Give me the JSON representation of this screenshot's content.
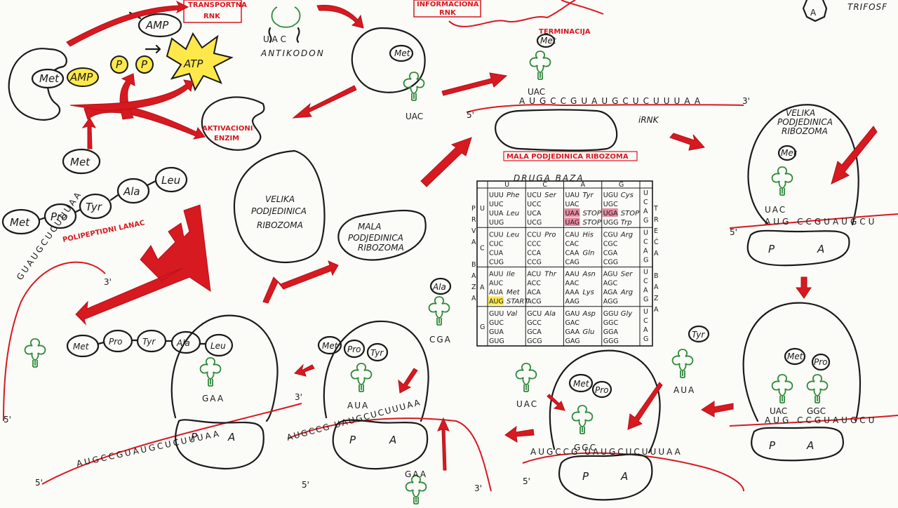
{
  "labels": {
    "transportna_rnk_top": "TRANSPORTNA",
    "transportna_rnk_bottom": "RNK",
    "informaciona_top": "INFORMACIONA",
    "informaciona_bottom": "RNK",
    "antikodon": "ANTIKODON",
    "amp_bubble": "AMP",
    "atp_star": "ATP",
    "p1": "P",
    "p2": "P",
    "aktivacioni_top": "AKTIVACIONI",
    "aktivacioni_bottom": "ENZIM",
    "terminacija": "TERMINACIJA",
    "irnk": "iRNK",
    "mala_podjedinica_ribozoma_label": "MALA PODJEDINICA RIBOZOMA",
    "velika_big_1": "VELIKA",
    "velika_big_2": "PODJEDINICA",
    "velika_big_3": "RIBOZOMA",
    "mala_small_1": "MALA",
    "mala_small_2": "PODJEDINICA",
    "mala_small_3": "RIBOZOMA",
    "polipeptidni_lanac": "POLIPEPTIDNI LANAC",
    "velika_right_1": "VELIKA",
    "velika_right_2": "PODJEDINICA",
    "velika_right_3": "RIBOZOMA",
    "trifosfat": "TRIFOSF",
    "five_prime": "5'",
    "three_prime": "3'",
    "p_site": "P",
    "a_site": "A"
  },
  "amino_acids": {
    "met": "Met",
    "pro": "Pro",
    "tyr": "Tyr",
    "ala": "Ala",
    "leu": "Leu",
    "amp": "AMP"
  },
  "codons": {
    "uac": "U A C",
    "uac2": "UAC",
    "gaa": "GAA",
    "cga": "CGA",
    "aua": "AUA",
    "ggc": "GGC",
    "mrna_top": "AUGCCGUAUGCUCUUUAA",
    "mrna_right": "AUG CCGUAUGCU",
    "mrna_bottom_left": "AUGCCGUAUGCUCUUUAA",
    "mrna_bottom_mid": "AUGCCG UAUGCUCUUUAA",
    "mrna_bottom_center": "AUGCCG UAUGCUCUUUAA",
    "mrna_left": "GUAUGCUCUUUAA"
  },
  "table": {
    "title": "DRUGA BAZA",
    "left_title": "PRVA BAZA",
    "right_title": "TREĆA BAZA",
    "second_bases": [
      "U",
      "C",
      "A",
      "G"
    ],
    "first_bases": [
      "U",
      "C",
      "A",
      "G"
    ],
    "third_bases": [
      "U",
      "C",
      "A",
      "G"
    ],
    "blocks": [
      [
        "UUU\nUUC\nUUA\nUUG",
        "Phe\n\nLeu",
        "UCU\nUCC\nUCA\nUCG",
        "Ser",
        "UAU\nUAC\nUAA\nUAG",
        "Tyr\n\nSTOP\nSTOP",
        "UGU\nUGC\nUGA\nUGG",
        "Cys\n\nSTOP\nTrp"
      ],
      [
        "CUU\nCUC\nCUA\nCUG",
        "Leu",
        "CCU\nCCC\nCCA\nCCG",
        "Pro",
        "CAU\nCAC\nCAA\nCAG",
        "His\n\nGln",
        "CGU\nCGC\nCGA\nCGG",
        "Arg"
      ],
      [
        "AUU\nAUC\nAUA\nAUG",
        "Ile\n\nMet\nSTART",
        "ACU\nACC\nACA\nACG",
        "Thr",
        "AAU\nAAC\nAAA\nAAG",
        "Asn\n\nLys",
        "AGU\nAGC\nAGA\nAGG",
        "Ser\n\nArg"
      ],
      [
        "GUU\nGUC\nGUA\nGUG",
        "Val",
        "GCU\nGCC\nGCA\nGCG",
        "Ala",
        "GAU\nGAC\nGAA\nGAG",
        "Asp\n\nGlu",
        "GGU\nGGC\nGGA\nGGG",
        "Gly"
      ]
    ]
  },
  "colors": {
    "ink": "#1a1a1a",
    "arrow_red": "#d71920",
    "trna_green": "#2f8a3a",
    "atp_yellow": "#ffe94a",
    "highlight_yellow": "#ffe94a",
    "highlight_pink": "#e88aa0"
  }
}
